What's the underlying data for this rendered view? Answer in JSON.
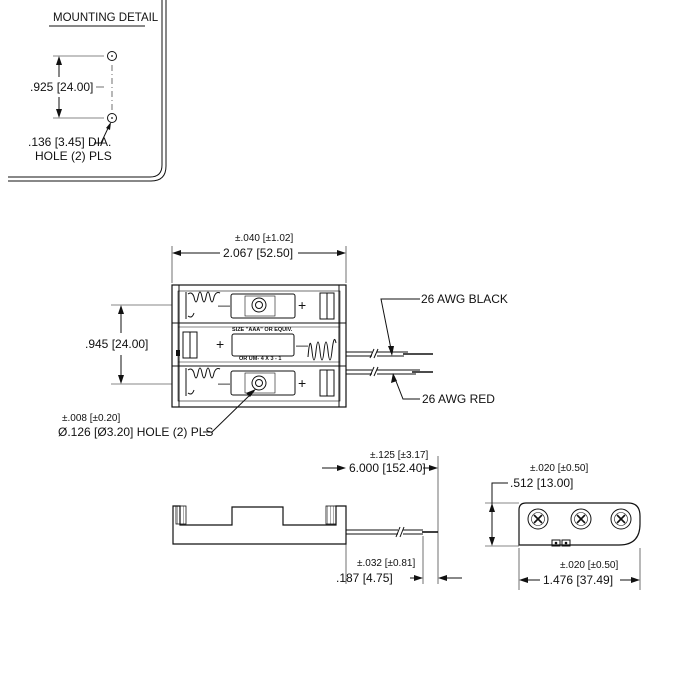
{
  "mounting_detail": {
    "title": "MOUNTING DETAIL",
    "spacing": ".925 [24.00]",
    "hole": ".136 [3.45] DIA.",
    "hole_count": "HOLE (2) PLS"
  },
  "top_view": {
    "width_tolerance": "±.040 [±1.02]",
    "width": "2.067 [52.50]",
    "height": ".945 [24.00]",
    "hole_tolerance": "±.008 [±0.20]",
    "hole": "Ø.126 [Ø3.20] HOLE (2) PLS",
    "wire_black": "26 AWG BLACK",
    "wire_red": "26 AWG RED",
    "cell_label_1": "SIZE \"AAA\" OR EQUIV.",
    "cell_label_2": "OR UM- 4 X 3 - 1",
    "plus": "+",
    "minus": "—"
  },
  "side_view": {
    "lead_tolerance": "±.125 [±3.17]",
    "lead_length": "6.000 [152.40]",
    "strip_tolerance": "±.032 [±0.81]",
    "strip_length": ".187 [4.75]"
  },
  "end_view": {
    "height_tolerance": "±.020 [±0.50]",
    "height": ".512 [13.00]",
    "width_tolerance": "±.020 [±0.50]",
    "width": "1.476 [37.49]"
  }
}
